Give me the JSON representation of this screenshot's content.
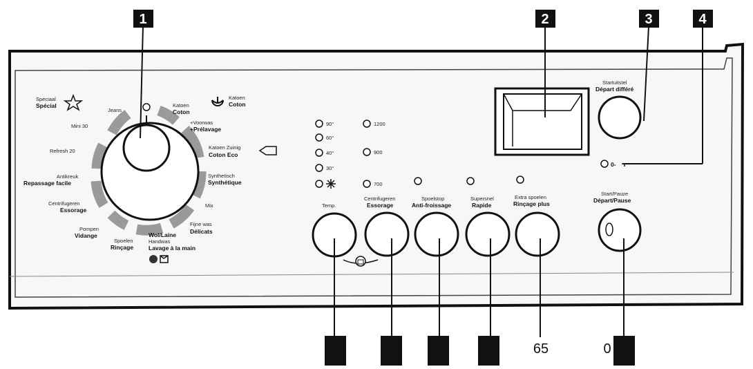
{
  "callouts": {
    "c1": "1",
    "c2": "2",
    "c3": "3",
    "c4": "4",
    "c9": "65",
    "c11": "0"
  },
  "dial": {
    "special_nl": "Speciaal",
    "special_fr": "Spécial",
    "jeans": "Jeans",
    "katoen_top_nl": "Katoen",
    "katoen_top_fr": "Coton",
    "katoen_right_nl": "Katoen",
    "katoen_right_fr": "Coton",
    "voorwas_nl": "+Voorwas",
    "voorwas_fr": "+Prélavage",
    "katoen_eco_nl": "Katoen Zuinig",
    "katoen_eco_fr": "Coton Eco",
    "synthetisch_nl": "Synthetisch",
    "synthetisch_fr": "Synthétique",
    "mix": "Mix",
    "fijne_nl": "Fijne was",
    "fijne_fr": "Délicats",
    "wol_nl": "Wol/Laine",
    "handwas_nl": "Handwas",
    "handwas_fr": "Lavage à la main",
    "spoelen_nl": "Spoelen",
    "spoelen_fr": "Rinçage",
    "pompen_nl": "Pompen",
    "pompen_fr": "Vidange",
    "centri_nl": "Centrifugeren",
    "centri_fr": "Essorage",
    "anti_nl": "Antikreuk",
    "anti_fr": "Repassage facile",
    "refresh": "Refresh 20",
    "mini": "Mini 30"
  },
  "temps": [
    "90°",
    "60°",
    "40°",
    "30°"
  ],
  "speeds": [
    "1200",
    "900",
    "700"
  ],
  "buttons": {
    "temp": "Temp.",
    "spin_nl": "Centrifugeren",
    "spin_fr": "Essorage",
    "crease_nl": "Spoelstop",
    "crease_fr": "Anti-froissage",
    "rapid_nl": "Supersnel",
    "rapid_fr": "Rapide",
    "rinse_nl": "Extra spoelen",
    "rinse_fr": "Rinçage plus",
    "delay_nl": "Startuitstel",
    "delay_fr": "Départ différé",
    "start_nl": "Start/Pauze",
    "start_fr": "Départ/Pause"
  },
  "lock_label": "0-"
}
